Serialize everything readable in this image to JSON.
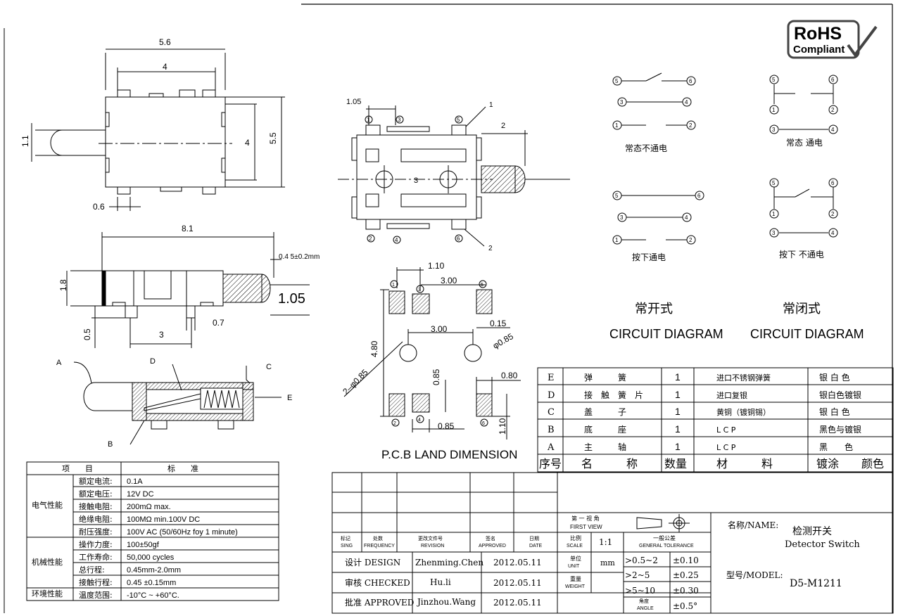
{
  "logo": {
    "rohs_line1": "RoHS",
    "rohs_line2": "Compliant"
  },
  "dims": {
    "top_width": "5.6",
    "top_inner": "4",
    "top_h_inner": "4",
    "top_h": "5.5",
    "top_lever": "1.1",
    "top_pad": "0.6",
    "side_len": "8.1",
    "side_h": "1.8",
    "side_lever": "0.4 5±0.2mm",
    "side_travel": "1.05",
    "side_foot": "0.5",
    "side_pitch": "3",
    "side_pad": "0.7",
    "mid_105": "1.05",
    "mid_2": "2",
    "mid_3": "3",
    "mid_1": "1",
    "mid_2b": "2"
  },
  "pins": {
    "p1": "1",
    "p2": "2",
    "p3": "3",
    "p4": "4",
    "p5": "5",
    "p6": "6"
  },
  "section_labels": {
    "a": "A",
    "b": "B",
    "c": "C",
    "d": "D",
    "e": "E"
  },
  "pcb": {
    "d110": "1.10",
    "d300a": "3.00",
    "d300b": "3.00",
    "d015": "0.15",
    "d085hole": "φ0.85",
    "d480": "4.80",
    "d2085": "2–φ0.85",
    "d085v": "0.85",
    "d085h": "0.85",
    "d080": "0.80",
    "d110v": "1.10",
    "title": "P.C.B LAND DIMENSION"
  },
  "circuit": {
    "nc_open_label": "常态不通电",
    "nc_pressed_label": "按下通电",
    "no_normal_label": "常态 通电",
    "no_pressed_label": "按下 不通电",
    "no_type": "常开式",
    "nc_type": "常闭式",
    "diagram_title_left": "CIRCUIT DIAGRAM",
    "diagram_title_right": "CIRCUIT DIAGRAM"
  },
  "bom": {
    "rows": [
      {
        "no": "E",
        "name": "弹　　　簧",
        "qty": "1",
        "material": "进口不锈钢弹簧",
        "finish": "银 白 色"
      },
      {
        "no": "D",
        "name": "接　触　簧　片",
        "qty": "1",
        "material": "进口复银",
        "finish": "银白色镀银"
      },
      {
        "no": "C",
        "name": "盖　　　子",
        "qty": "1",
        "material": "黄铜（镀铜锡）",
        "finish": "银 白 色"
      },
      {
        "no": "B",
        "name": "底　　　座",
        "qty": "1",
        "material": "L C P",
        "finish": "黑色与镀银"
      },
      {
        "no": "A",
        "name": "主　　　轴",
        "qty": "1",
        "material": "L C P",
        "finish": "黑　　色"
      }
    ],
    "header": {
      "no": "序号",
      "name": "名　　　称",
      "qty": "数量",
      "material": "材　　　料",
      "finish": "镀涂　　颜色"
    }
  },
  "spec": {
    "header": {
      "item": "项　　目",
      "std": "标　　准"
    },
    "groups": [
      {
        "name": "电气性能",
        "rows": [
          {
            "k": "额定电流:",
            "v": "0.1A"
          },
          {
            "k": "额定电压:",
            "v": "12V  DC"
          },
          {
            "k": "接触电阻:",
            "v": "200mΩ max."
          },
          {
            "k": "绝缘电阻:",
            "v": "100MΩ min.100V  DC"
          },
          {
            "k": "耐压强度:",
            "v": "100V  AC (50/60Hz foy 1 minute)"
          }
        ]
      },
      {
        "name": "机械性能",
        "rows": [
          {
            "k": "操作力度:",
            "v": "100±50gf"
          },
          {
            "k": "工作寿命:",
            "v": "50,000 cycles"
          },
          {
            "k": "总行程:",
            "v": "0.45mm-2.0mm"
          },
          {
            "k": "接触行程:",
            "v": "0.45 ±0.15mm"
          }
        ]
      },
      {
        "name": "环境性能",
        "rows": [
          {
            "k": "温度范围:",
            "v": "-10°C ~ +60°C."
          }
        ]
      }
    ]
  },
  "titleblock": {
    "col_mark": "标记\nSING",
    "col_freq": "处数\nFREQUENCY",
    "col_rev": "更改文件号\nREVISION",
    "col_appr": "签名\nAPPROVED",
    "col_date": "日期\nDATE",
    "first_view": "第 一 视 角",
    "first_view_en": "FIRST VIEW",
    "scale_label": "比例",
    "scale_en": "SCALE",
    "scale": "1:1",
    "tol_title": "一般公差",
    "tol_en": "GENERAL TOLERANCE",
    "unit_label": "单位",
    "unit_en": "UNIT",
    "unit": "mm",
    "weight_label": "重量",
    "weight_en": "WEIGHT",
    "angle_label": "角度",
    "angle_en": "ANGLE",
    "tol_rows": [
      {
        "range": ">0.5~2",
        "tol": "±0.10"
      },
      {
        "range": ">2~5",
        "tol": "±0.25"
      },
      {
        "range": ">5~10",
        "tol": "±0.30"
      },
      {
        "range": "",
        "tol": "±0.5°"
      }
    ],
    "design_label": "设计 DESIGN",
    "design_name": "Zhenming.Chen",
    "design_date": "2012.05.11",
    "checked_label": "审核 CHECKED",
    "checked_name": "Hu.li",
    "checked_date": "2012.05.11",
    "approved_label": "批准 APPROVED",
    "approved_name": "Jinzhou.Wang",
    "approved_date": "2012.05.11",
    "name_label": "名称/NAME:",
    "name_cn": "检测开关",
    "name_en": "Detector Switch",
    "model_label": "型号/MODEL:",
    "model": "D5-M1211"
  }
}
